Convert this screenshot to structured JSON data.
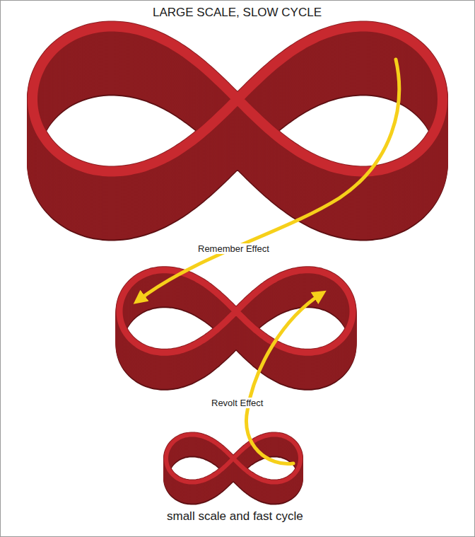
{
  "diagram": {
    "title": "LARGE SCALE, SLOW CYCLE",
    "caption": "small scale and fast cycle",
    "labels": [
      "Remember Effect",
      "Revolt Effect"
    ]
  }
}
